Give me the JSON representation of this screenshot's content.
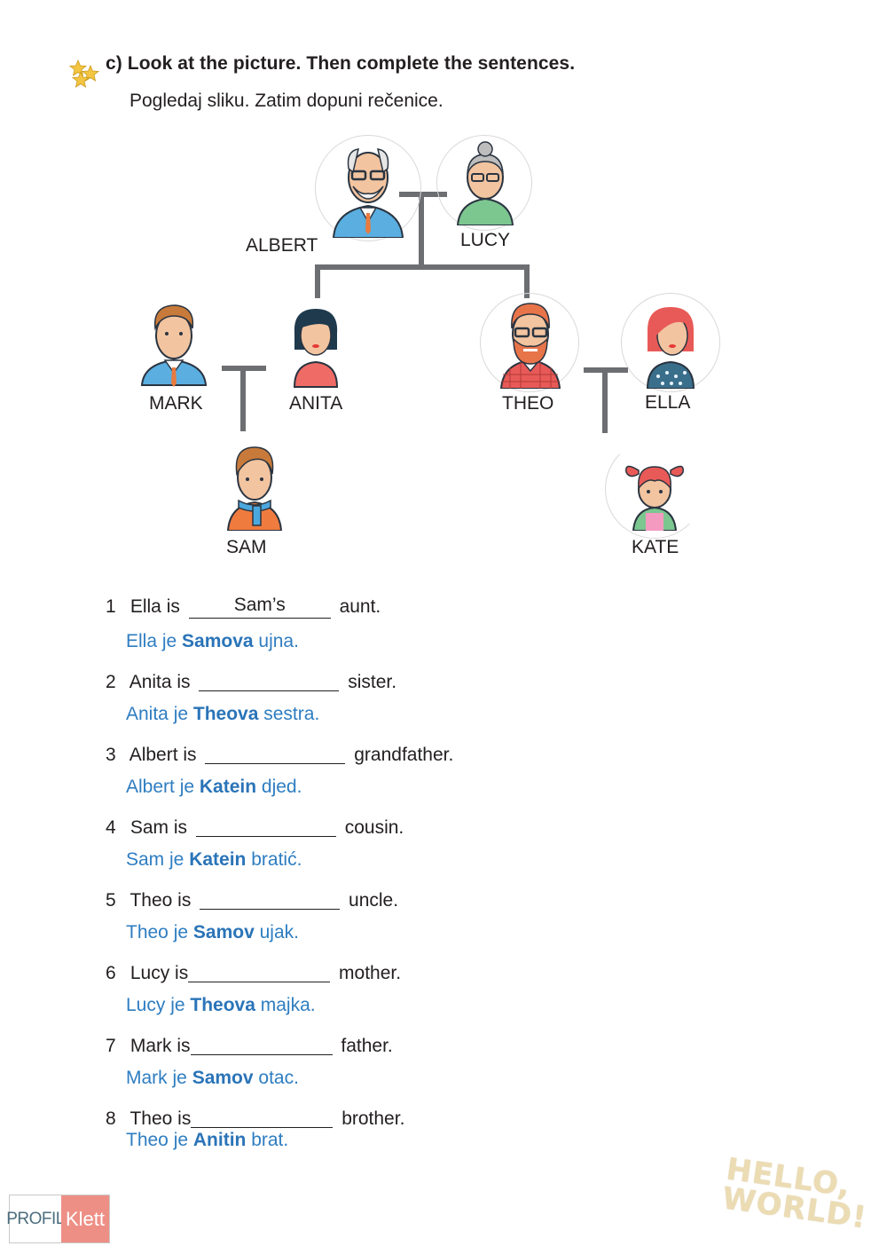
{
  "exercise": {
    "icon": "stars-icon",
    "title": "c) Look at the picture. Then complete the sentences.",
    "subtitle": "Pogledaj sliku. Zatim dopuni rečenice."
  },
  "family_tree": {
    "people": [
      {
        "id": "albert",
        "name": "ALBERT"
      },
      {
        "id": "lucy",
        "name": "LUCY"
      },
      {
        "id": "mark",
        "name": "MARK"
      },
      {
        "id": "anita",
        "name": "ANITA"
      },
      {
        "id": "theo",
        "name": "THEO"
      },
      {
        "id": "ella",
        "name": "ELLA"
      },
      {
        "id": "sam",
        "name": "SAM"
      },
      {
        "id": "kate",
        "name": "KATE"
      }
    ],
    "colors": {
      "connector": "#6d6e71",
      "ring": "#d9d9d9"
    }
  },
  "questions": [
    {
      "num": "1",
      "before": "Ella is",
      "answer": "Sam’s",
      "after": "aunt.",
      "tr_before": "Ella je ",
      "tr_bold": "Samova",
      "tr_after": " ujna."
    },
    {
      "num": "2",
      "before": "Anita is",
      "answer": "",
      "after": "sister.",
      "tr_before": "Anita je ",
      "tr_bold": "Theova",
      "tr_after": " sestra."
    },
    {
      "num": "3",
      "before": "Albert is",
      "answer": "",
      "after": "grandfather.",
      "tr_before": "Albert je ",
      "tr_bold": "Katein",
      "tr_after": " djed."
    },
    {
      "num": "4",
      "before": "Sam is",
      "answer": "",
      "after": "cousin.",
      "tr_before": "Sam je ",
      "tr_bold": "Katein",
      "tr_after": " bratić."
    },
    {
      "num": "5",
      "before": "Theo is",
      "answer": "",
      "after": "uncle.",
      "tr_before": "Theo je ",
      "tr_bold": "Samov",
      "tr_after": " ujak."
    },
    {
      "num": "6",
      "before": "Lucy is",
      "answer": "",
      "after": "mother.",
      "tr_before": "Lucy je ",
      "tr_bold": "Theova",
      "tr_after": " majka."
    },
    {
      "num": "7",
      "before": "Mark is",
      "answer": "",
      "after": "father.",
      "tr_before": "Mark je ",
      "tr_bold": "Samov",
      "tr_after": " otac."
    },
    {
      "num": "8",
      "before": "Theo is",
      "answer": "",
      "after": "brother.",
      "tr_before": "Theo je ",
      "tr_bold": "Anitin",
      "tr_after": " brat."
    }
  ],
  "colors": {
    "translation": "#2e7dc1",
    "text": "#231f20"
  },
  "footer": {
    "publisher_left": "PROFIL",
    "publisher_right": "Klett",
    "series_line1": "HELLO,",
    "series_line2": "WORLD!"
  }
}
